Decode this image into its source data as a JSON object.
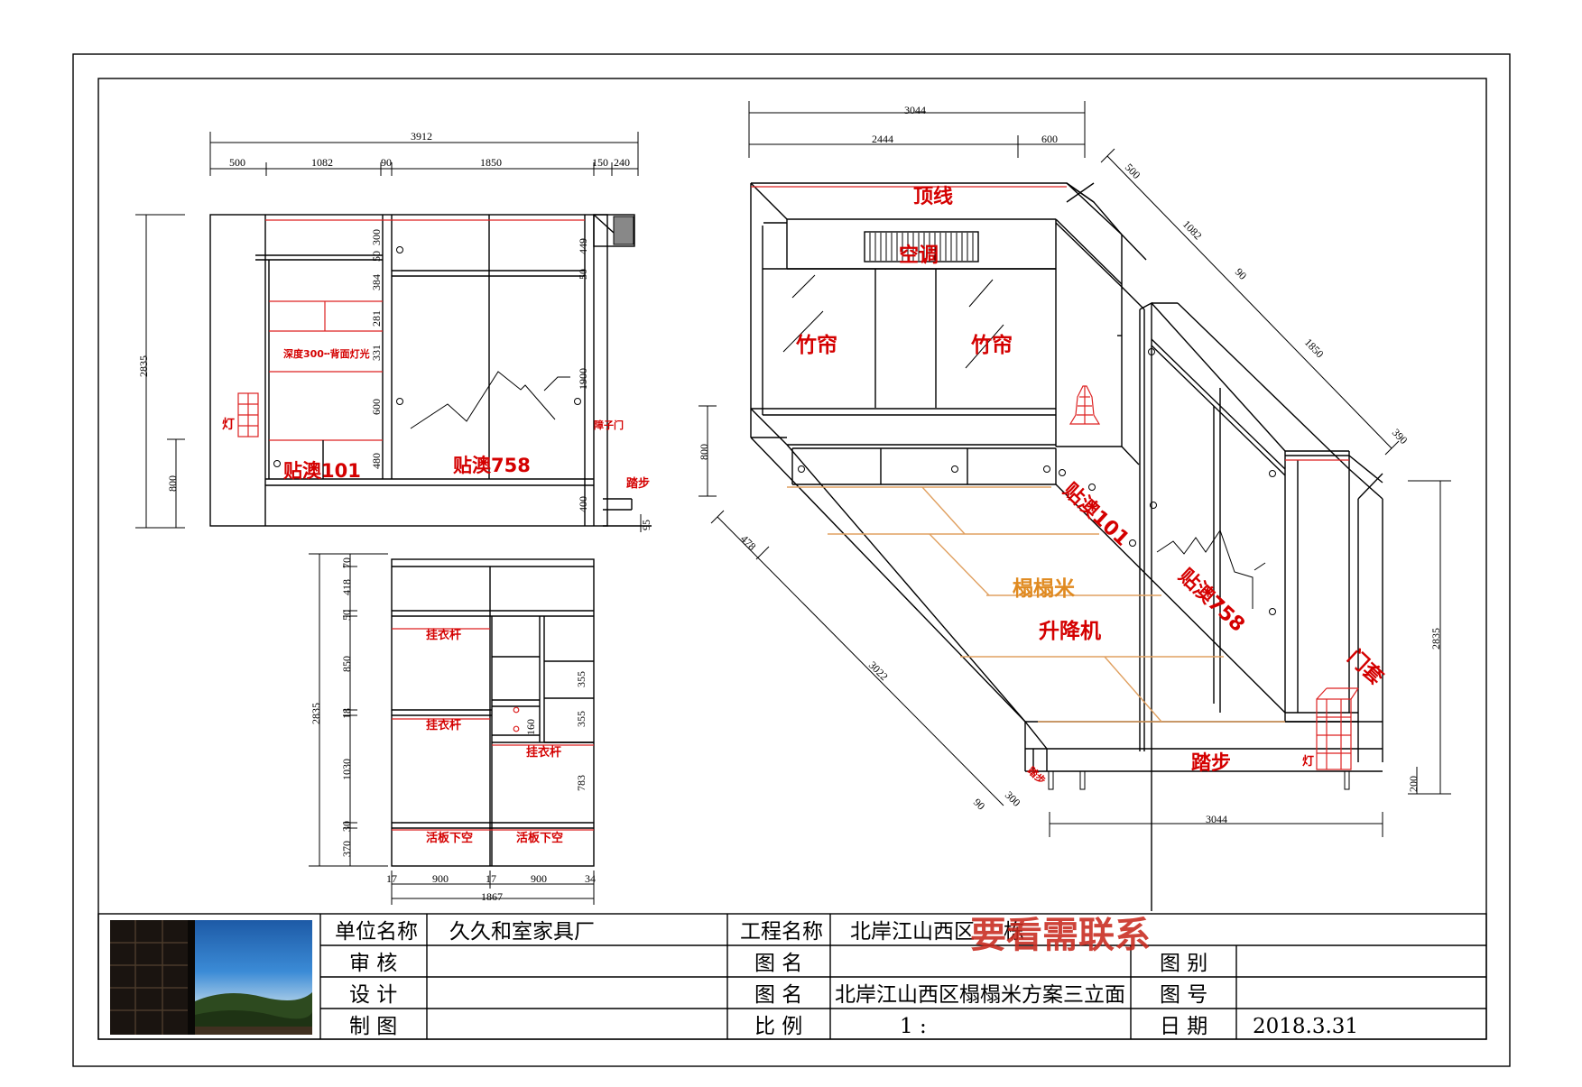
{
  "elevation_a": {
    "top_dims": [
      "3912",
      "500",
      "1082",
      "90",
      "1850",
      "150",
      "240"
    ],
    "side_dims": [
      "2835",
      "800"
    ],
    "inner_dims": [
      "300",
      "50",
      "384",
      "281",
      "331",
      "600",
      "480",
      "449",
      "50",
      "1900",
      "400",
      "95"
    ],
    "labels": {
      "shelf_note": "深度300╍背面灯光",
      "lamp": "灯",
      "panel_left": "贴澳101",
      "panel_right": "贴澳758",
      "door": "障子门",
      "step": "踏步"
    }
  },
  "elevation_b": {
    "side_dims": [
      "70",
      "418",
      "50",
      "850",
      "18",
      "2835",
      "1030",
      "30",
      "370"
    ],
    "inner_dims": [
      "355",
      "160",
      "355",
      "783"
    ],
    "bottom_dims": [
      "17",
      "900",
      "17",
      "900",
      "34",
      "1867"
    ],
    "labels": {
      "rod_1": "挂衣杆",
      "rod_2": "挂衣杆",
      "rod_3": "挂衣杆",
      "board_left": "活板下空",
      "board_right": "活板下空"
    }
  },
  "isometric": {
    "dims": [
      "3044",
      "2444",
      "600",
      "500",
      "1082",
      "90",
      "1850",
      "390",
      "800",
      "478",
      "3022",
      "90",
      "300",
      "3044",
      "2835",
      "200"
    ],
    "labels": {
      "cornice": "顶线",
      "ac": "空调",
      "bamboo_1": "竹帘",
      "bamboo_2": "竹帘",
      "panel_101": "贴澳101",
      "tatami": "榻榻米",
      "lift": "升降机",
      "panel_758": "贴澳758",
      "door_cover": "门套",
      "step": "踏步",
      "lamp": "灯",
      "trim": "踏步"
    }
  },
  "title_block": {
    "unit_label": "单位名称",
    "unit_value": "久久和室家具厂",
    "project_label": "工程名称",
    "project_value": "北岸江山西区",
    "project_tail": "栋",
    "review_label": "审 核",
    "drawing_label_1": "图 名",
    "category_label": "图 别",
    "design_label": "设 计",
    "drawing_label_2": "图 名",
    "drawing_value": "北岸江山西区榻榻米方案三立面",
    "number_label": "图 号",
    "draft_label": "制 图",
    "scale_label": "比 例",
    "scale_value": "1 :",
    "date_label": "日 期",
    "date_value": "2018.3.31"
  },
  "watermark": "要看需联系"
}
